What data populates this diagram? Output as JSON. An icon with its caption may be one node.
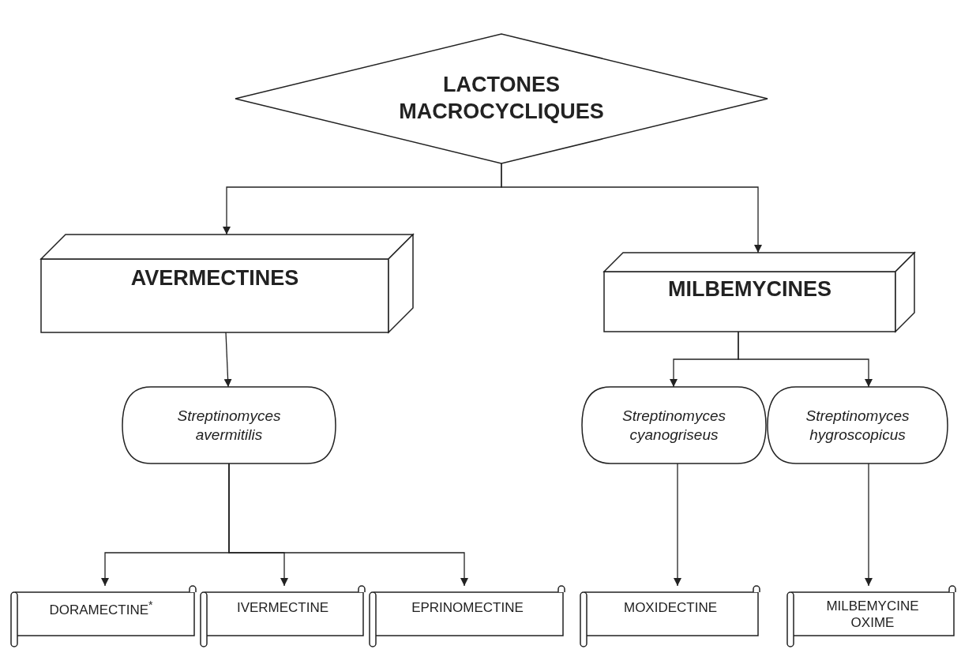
{
  "diagram": {
    "nodes": [
      {
        "text": [
          "LACTONES MACROCYCLIQUES"
        ]
      },
      {
        "text": [
          "AVERMECTINES"
        ]
      },
      {
        "text": [
          "MILBEMYCINES"
        ]
      },
      {
        "text": [
          "Streptinomyces avermitilis"
        ]
      },
      {
        "text": [
          "Streptinomyces cyanogriseus"
        ]
      },
      {
        "text": [
          "Streptinomyces hygroscopicus"
        ]
      },
      {
        "text": [
          "DORAMECTINE$^{*}$"
        ]
      },
      {
        "text": [
          "IVERMECTINE"
        ]
      },
      {
        "text": [
          "EPRINOMECTINE"
        ]
      },
      {
        "text": [
          "MOXIDECTINE"
        ]
      },
      {
        "text": [
          "MILBEMYCINE OXIME"
        ]
      }
    ],
    "edges": [
      {
        "from": 0,
        "to": 1,
        "arrow": "to"
      },
      {
        "from": 0,
        "to": 2,
        "arrow": "to"
      },
      {
        "from": 1,
        "to": 3,
        "arrow": "to"
      },
      {
        "from": 2,
        "to": 4,
        "arrow": "to"
      },
      {
        "from": 2,
        "to": 5,
        "arrow": "to"
      },
      {
        "from": 3,
        "to": 6,
        "arrow": "to"
      },
      {
        "from": 3,
        "to": 7,
        "arrow": "to"
      },
      {
        "from": 3,
        "to": 8,
        "arrow": "to"
      },
      {
        "from": 4,
        "to": 9,
        "arrow": "to"
      },
      {
        "from": 5,
        "to": 10,
        "arrow": "to"
      }
    ]
  }
}
